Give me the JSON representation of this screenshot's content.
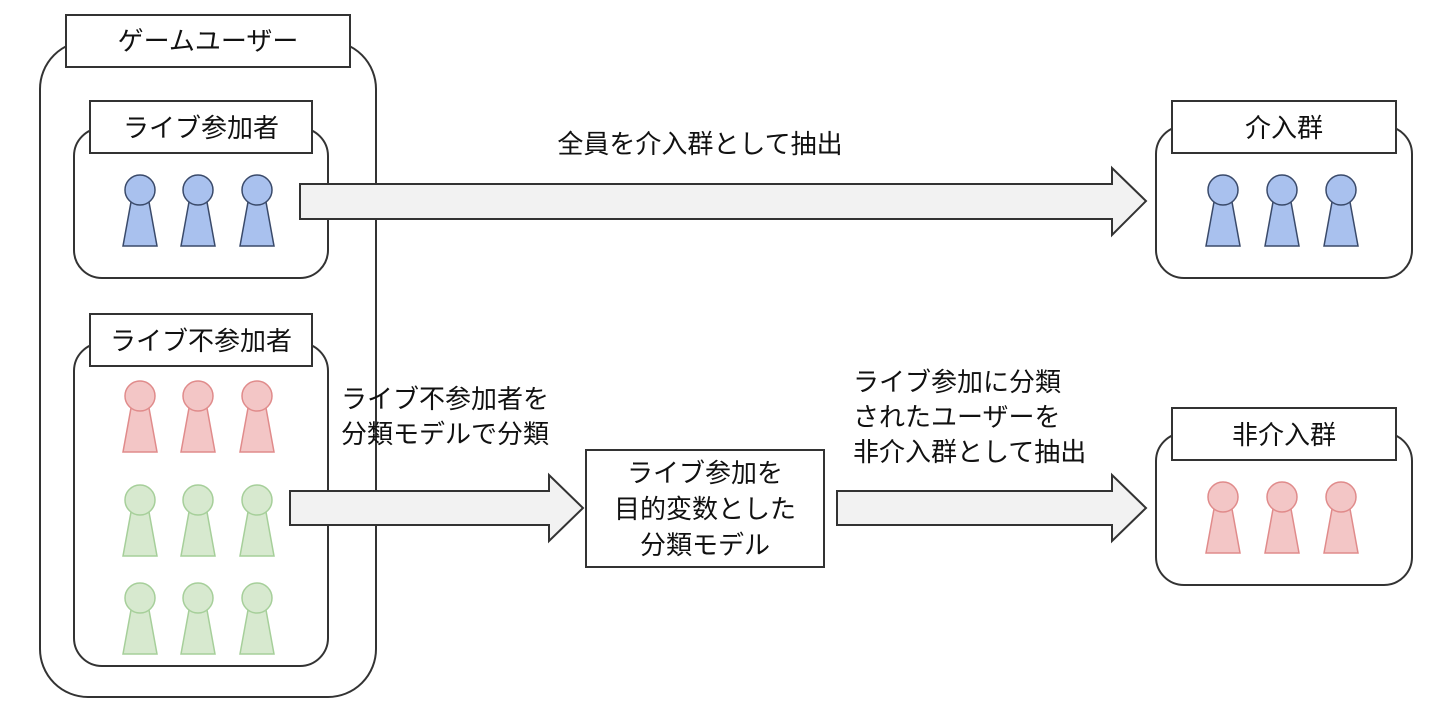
{
  "title": "",
  "colors": {
    "line": "#333333",
    "arrow_fill": "#f2f2f2",
    "blue_fill": "#a9c1ee",
    "blue_stroke": "#3a4a6a",
    "red_fill": "#f3c6c6",
    "red_stroke": "#e08b8b",
    "green_fill": "#d7e9cf",
    "green_stroke": "#a6cf9a"
  },
  "nodes": {
    "game_users": {
      "label": "ゲームユーザー",
      "icon": "group-container"
    },
    "live_participants": {
      "label": "ライブ参加者",
      "icon": "group-container",
      "people": {
        "color": "blue",
        "rows": 1,
        "cols": 3
      }
    },
    "live_non_participants": {
      "label": "ライブ不参加者",
      "icon": "group-container",
      "people": [
        {
          "color": "red",
          "cols": 3
        },
        {
          "color": "green",
          "cols": 3
        },
        {
          "color": "green",
          "cols": 3
        }
      ]
    },
    "classifier": {
      "label_lines": [
        "ライブ参加を",
        "目的変数とした",
        "分類モデル"
      ]
    },
    "intervention": {
      "label": "介入群",
      "people": {
        "color": "blue",
        "cols": 3
      }
    },
    "non_intervention": {
      "label": "非介入群",
      "people": {
        "color": "red",
        "cols": 3
      }
    }
  },
  "edges": [
    {
      "from": "live_participants",
      "to": "intervention",
      "label_lines": [
        "全員を介入群として抽出"
      ]
    },
    {
      "from": "live_non_participants",
      "to": "classifier",
      "label_lines": [
        "ライブ不参加者を",
        "分類モデルで分類"
      ]
    },
    {
      "from": "classifier",
      "to": "non_intervention",
      "label_lines": [
        "ライブ参加に分類",
        "されたユーザーを",
        "非介入群として抽出"
      ]
    }
  ]
}
